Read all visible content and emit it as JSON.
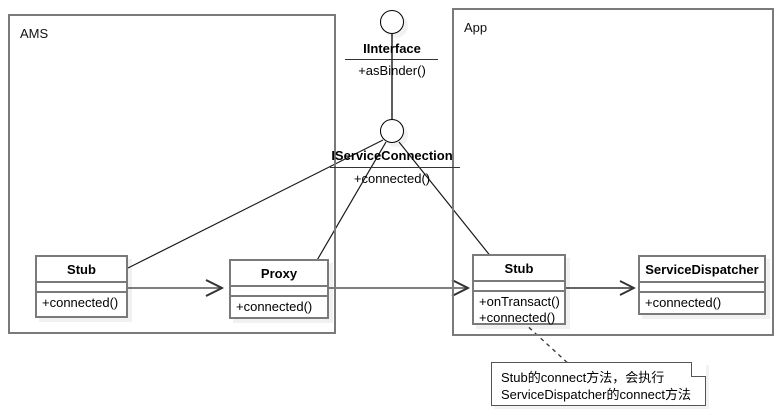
{
  "diagram": {
    "title": "Binder ServiceConnection UML class diagram",
    "stroke_color": "#7a7a7a",
    "line_color": "#1a1a1a",
    "background": "#ffffff"
  },
  "packages": [
    {
      "id": "ams",
      "label": "AMS"
    },
    {
      "id": "app",
      "label": "App"
    }
  ],
  "interfaces": [
    {
      "id": "iinterface",
      "name": "IInterface",
      "operations": [
        "+asBinder()"
      ]
    },
    {
      "id": "iserviceconnection",
      "name": "IServiceConnection",
      "operations": [
        "+connected()"
      ]
    }
  ],
  "classes": [
    {
      "id": "ams-stub",
      "name": "Stub",
      "attributes": [],
      "operations": [
        "+connected()"
      ]
    },
    {
      "id": "ams-proxy",
      "name": "Proxy",
      "attributes": [],
      "operations": [
        "+connected()"
      ]
    },
    {
      "id": "app-stub",
      "name": "Stub",
      "attributes": [],
      "operations": [
        "+onTransact()",
        "+connected()"
      ]
    },
    {
      "id": "service-dispatcher",
      "name": "ServiceDispatcher",
      "attributes": [],
      "operations": [
        "+connected()"
      ]
    }
  ],
  "note": {
    "id": "stub-connect-note",
    "lines": [
      "Stub的connect方法，会执行",
      "ServiceDispatcher的connect方法"
    ]
  }
}
